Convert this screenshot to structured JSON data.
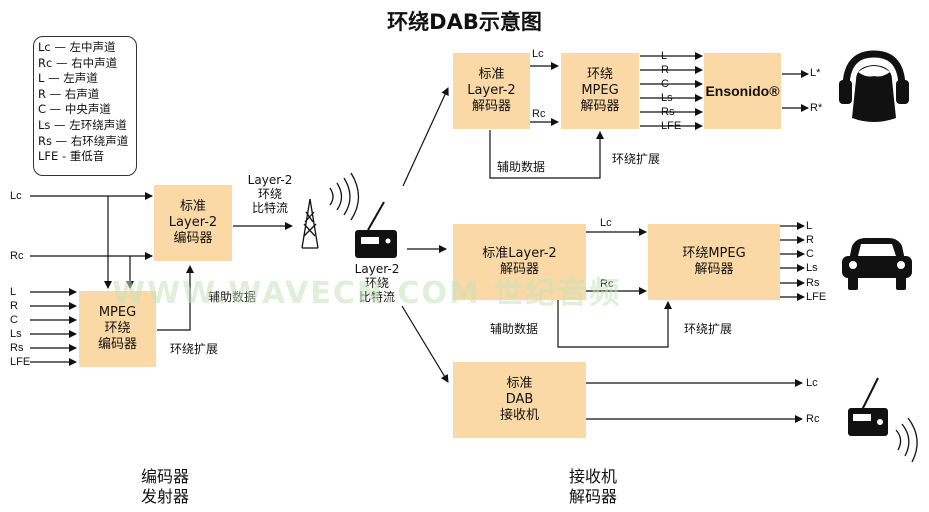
{
  "title": "环绕DAB示意图",
  "legend": [
    "Lc — 左中声道",
    "Rc — 右中声道",
    "L — 左声道",
    "R — 右声道",
    "C — 中央声道",
    "Ls — 左环绕声道",
    "Rs — 右环绕声道",
    "LFE - 重低音"
  ],
  "encoder": {
    "inputs_top": [
      "Lc",
      "Rc"
    ],
    "inputs_bottom": [
      "L",
      "R",
      "C",
      "Ls",
      "Rs",
      "LFE"
    ],
    "layer2_box": [
      "标准",
      "Layer-2",
      "编码器"
    ],
    "mpeg_box": [
      "MPEG",
      "环绕",
      "编码器"
    ],
    "aux_label": "辅助数据",
    "ext_label": "环绕扩展",
    "stream_label": [
      "Layer-2",
      "环绕",
      "比特流"
    ],
    "caption": [
      "编码器",
      "发射器"
    ]
  },
  "radio": {
    "stream_label": [
      "Layer-2",
      "环绕",
      "比特流"
    ]
  },
  "top_path": {
    "layer2_box": [
      "标准",
      "Layer-2",
      "解码器"
    ],
    "mpeg_box": [
      "环绕",
      "MPEG",
      "解码器"
    ],
    "ensonido_box": "Ensonido®",
    "mid_signals": [
      "Lc",
      "Rc"
    ],
    "outputs": [
      "L",
      "R",
      "C",
      "Ls",
      "Rs",
      "LFE"
    ],
    "final_outputs": [
      "L*",
      "R*"
    ],
    "aux_label": "辅助数据",
    "ext_label": "环绕扩展"
  },
  "mid_path": {
    "layer2_box": [
      "标准Layer-2",
      "解码器"
    ],
    "mpeg_box": [
      "环绕MPEG",
      "解码器"
    ],
    "mid_signals": [
      "Lc",
      "Rc"
    ],
    "outputs": [
      "L",
      "R",
      "C",
      "Ls",
      "Rs",
      "LFE"
    ],
    "aux_label": "辅助数据",
    "ext_label": "环绕扩展"
  },
  "bottom_path": {
    "dab_box": [
      "标准",
      "DAB",
      "接收机"
    ],
    "outputs": [
      "Lc",
      "Rc"
    ],
    "caption": [
      "接收机",
      "解码器"
    ]
  },
  "icons": [
    "antenna-tower-icon",
    "radio-icon",
    "headphones-person-icon",
    "car-icon",
    "portable-radio-icon"
  ],
  "watermark": "WWW.WAVECN.COM 世纪音频",
  "colors": {
    "box_fill": "#fbd9a6",
    "line": "#111111",
    "watermark": "#c5e3bd"
  }
}
